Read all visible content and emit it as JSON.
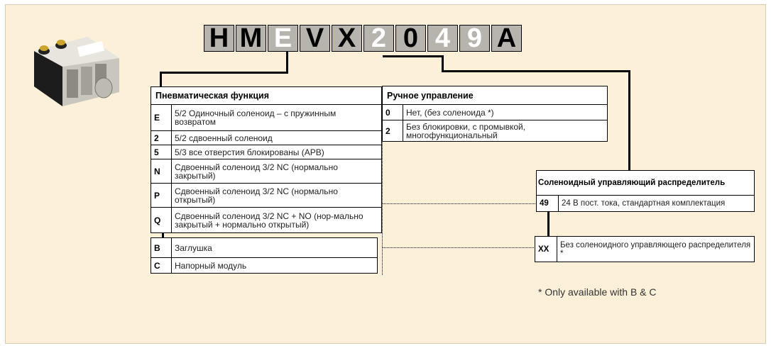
{
  "model_code": {
    "chars": [
      {
        "c": "H",
        "tone": "dark"
      },
      {
        "c": "M",
        "tone": "dark"
      },
      {
        "c": "E",
        "tone": "light"
      },
      {
        "c": "V",
        "tone": "dark"
      },
      {
        "c": "X",
        "tone": "dark"
      },
      {
        "c": "2",
        "tone": "light"
      },
      {
        "c": "0",
        "tone": "dark"
      },
      {
        "c": "4",
        "tone": "light"
      },
      {
        "c": "9",
        "tone": "light"
      },
      {
        "c": "A",
        "tone": "dark"
      }
    ]
  },
  "pneumatic": {
    "title": "Пневматическая функция",
    "rows": [
      {
        "k": "E",
        "v": "5/2 Одиночный соленоид – с пружинным возвратом"
      },
      {
        "k": "2",
        "v": "5/2 сдвоенный соленоид"
      },
      {
        "k": "5",
        "v": "5/3 все отверстия блокированы (APB)"
      },
      {
        "k": "N",
        "v": "Сдвоенный соленоид 3/2 NC (нормально закрытый)"
      },
      {
        "k": "P",
        "v": "Сдвоенный соленоид 3/2 NC (нормально открытый)"
      },
      {
        "k": "Q",
        "v": "Сдвоенный соленоид 3/2 NC + NO (нор-мально закрытый + нормально открытый)"
      }
    ],
    "extra": [
      {
        "k": "B",
        "v": "Заглушка"
      },
      {
        "k": "C",
        "v": "Напорный модуль"
      }
    ]
  },
  "manual": {
    "title": "Ручное управление",
    "rows": [
      {
        "k": "0",
        "v": "Нет, (без соленоида *)"
      },
      {
        "k": "2",
        "v": "Без блокировки, с промывкой, многофункциональный"
      }
    ]
  },
  "solenoid": {
    "title": "Соленоидный управляющий распределитель",
    "rows": [
      {
        "k": "49",
        "v": "24 В пост. тока, стандартная комплектация"
      }
    ],
    "extra": [
      {
        "k": "XX",
        "v": "Без соленоидного управляющего распределителя *"
      }
    ]
  },
  "footnote": "* Only available with B & C",
  "colors": {
    "panel": "#fcf0d9",
    "code_box": "#b7b3ad"
  }
}
